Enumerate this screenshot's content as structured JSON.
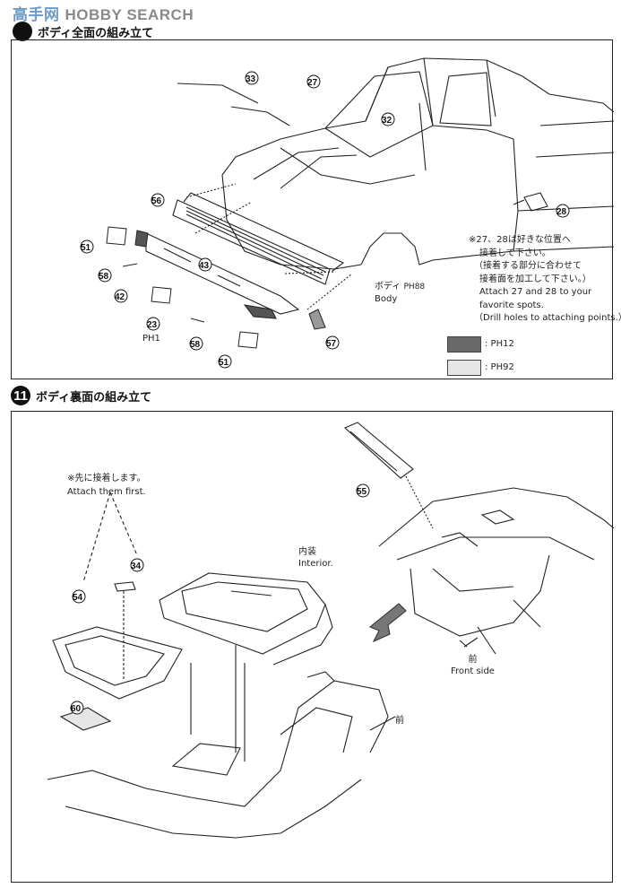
{
  "watermark": {
    "cn": "高手网",
    "en": "SEARCH",
    "prefix": "HOBBY"
  },
  "step10": {
    "title": "ボディ全面の組み立て"
  },
  "step11": {
    "number": "11",
    "title": "ボディ裏面の組み立て"
  },
  "parts_top": [
    "33",
    "27",
    "32",
    "56",
    "51",
    "58",
    "42",
    "43",
    "23",
    "58",
    "51",
    "57",
    "28"
  ],
  "body_label_jp": "ボディ",
  "body_label_en": "Body",
  "paint_body": "PH88",
  "paint_23": "PH1",
  "note_top": {
    "l1": "※27、28は好きな位置へ",
    "l2": "接着して下さい。",
    "l3": "（接着する部分に合わせて",
    "l4": "接着面を加工して下さい。）",
    "l5": "Attach 27 and 28 to your",
    "l6": "favorite spots.",
    "l7": "（Drill holes to attaching points.）"
  },
  "legend": [
    {
      "color": "#6a6a6a",
      "label": ": PH12"
    },
    {
      "color": "#e6e6e6",
      "label": ": PH92"
    }
  ],
  "note_bottom": {
    "l1": "※先に接着します。",
    "l2": "Attach them first."
  },
  "parts_bottom": [
    "55",
    "34",
    "54",
    "60"
  ],
  "interior": {
    "jp": "内装",
    "en": "Interior."
  },
  "front": {
    "jp": "前",
    "en": "Front side",
    "jp2": "前"
  }
}
